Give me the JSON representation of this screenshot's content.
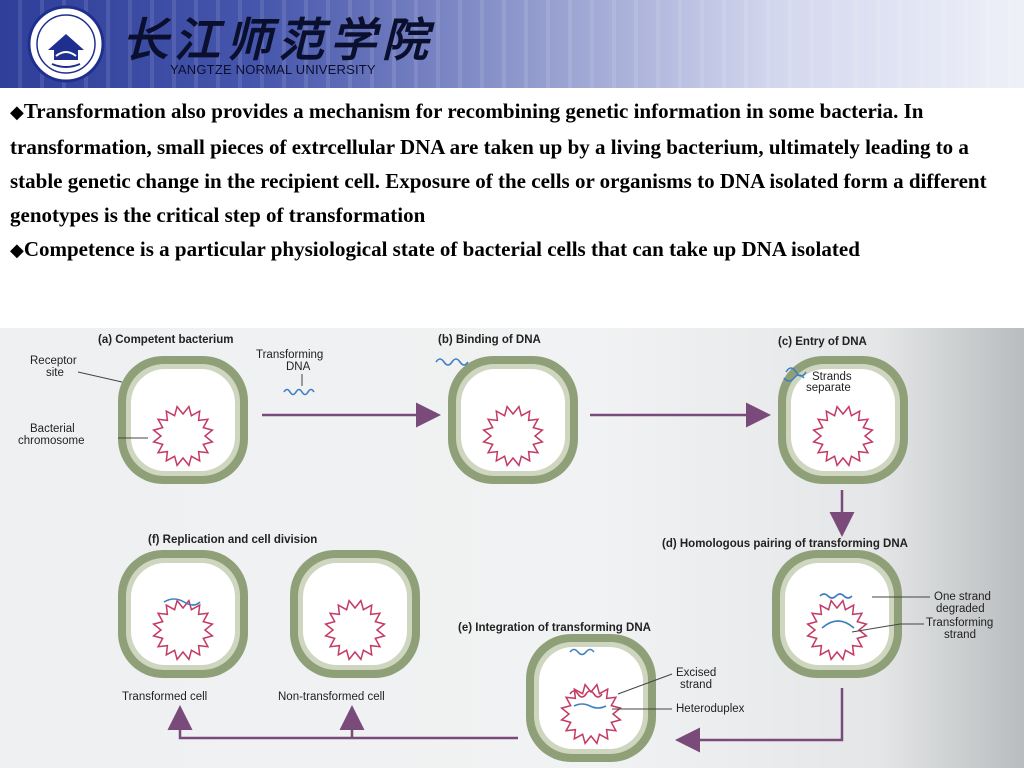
{
  "header": {
    "logo_name_cn": "长江师范学院",
    "logo_name_en": "YANGTZE NORMAL UNIVERSITY"
  },
  "body": {
    "bullet_symbol": "◆",
    "paragraphs": [
      "Transformation also provides a mechanism for recombining genetic information in some bacteria. In transformation, small pieces of extrcellular DNA are taken up by a living bacterium, ultimately leading to a  stable genetic change in the recipient cell. Exposure of the cells or organisms to DNA isolated form a different genotypes is the critical step of transformation",
      "Competence is a particular physiological state of bacterial cells that can take up DNA isolated"
    ]
  },
  "figure": {
    "panels": {
      "a": "(a) Competent bacterium",
      "b": "(b) Binding of DNA",
      "c": "(c) Entry of DNA",
      "d": "(d) Homologous pairing of transforming DNA",
      "e": "(e) Integration of transforming DNA",
      "f": "(f) Replication and cell division"
    },
    "labels": {
      "receptor_site": [
        "Receptor",
        "site"
      ],
      "transforming_dna": [
        "Transforming",
        "DNA"
      ],
      "bacterial_chromosome": [
        "Bacterial",
        "chromosome"
      ],
      "strands_separate": [
        "Strands",
        "separate"
      ],
      "one_strand_degraded": [
        "One strand",
        "degraded"
      ],
      "transforming_strand": [
        "Transforming",
        "strand"
      ],
      "excised_strand": [
        "Excised",
        "strand"
      ],
      "heteroduplex": "Heteroduplex",
      "transformed_cell": "Transformed cell",
      "non_transformed_cell": "Non-transformed cell"
    },
    "colors": {
      "cell_wall": "#8fa079",
      "cell_inner": "#cfd6bf",
      "chromosome": "#c43a63",
      "dna": "#3f7fbf",
      "arrow": "#7a4a7a"
    }
  }
}
